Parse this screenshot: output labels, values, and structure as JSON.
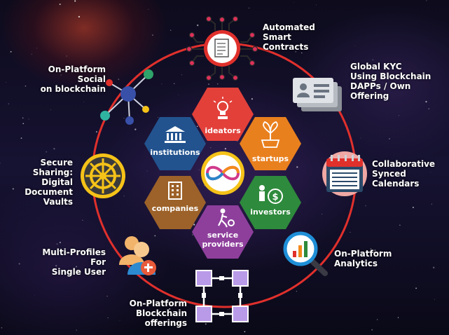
{
  "colors": {
    "ring": "#e0302c",
    "ideators": "#e3403a",
    "startups": "#e9801e",
    "investors": "#2e8a3c",
    "service_providers": "#8e3f9c",
    "companies": "#9d6229",
    "institutions": "#22538f",
    "logo_border": "#f5c218"
  },
  "center": {
    "hexagons": {
      "ideators": "ideators",
      "startups": "startups",
      "investors": "investors",
      "service_providers_1": "service",
      "service_providers_2": "providers",
      "companies": "companies",
      "institutions": "institutions"
    }
  },
  "features": {
    "smart_contracts": "Automated\nSmart\nContracts",
    "global_kyc": "Global KYC\nUsing Blockchain\nDAPPs / Own\nOffering",
    "calendars": "Collaborative\nSynced\nCalendars",
    "analytics": "On-Platform\nAnalytics",
    "blockchain": "On-Platform\nBlockchain\nofferings",
    "multi_profiles": "Multi-Profiles\nFor\nSingle User",
    "secure_sharing": "Secure Sharing:\nDigital\nDocument\nVaults",
    "social": "On-Platform\nSocial\non blockchain"
  }
}
